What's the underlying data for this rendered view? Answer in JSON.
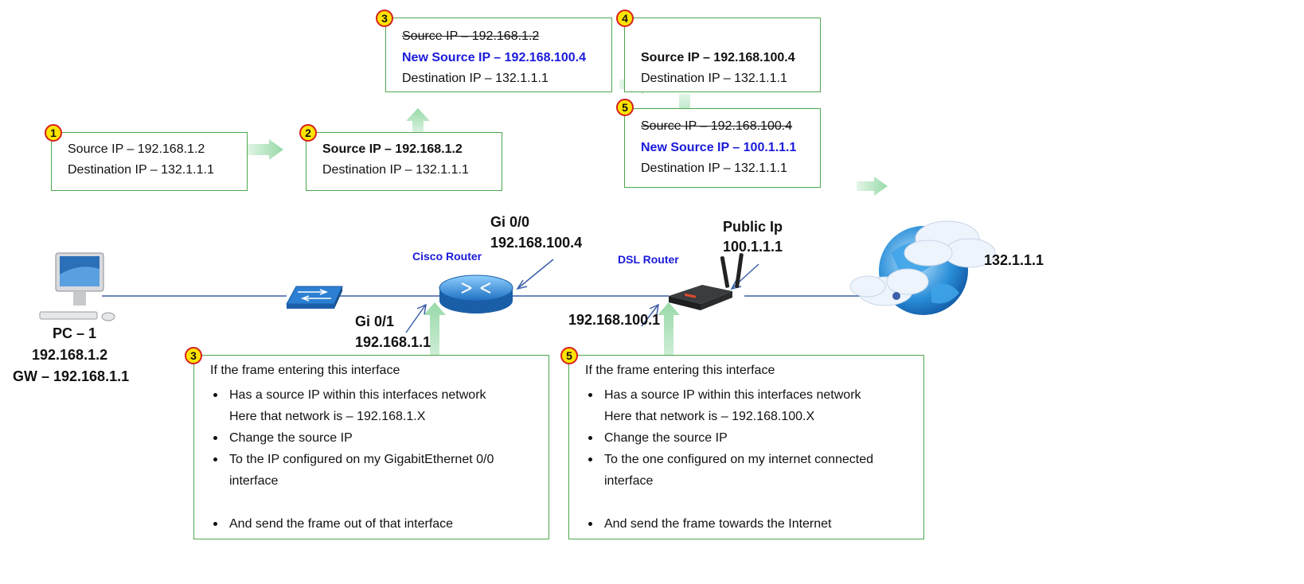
{
  "packets": {
    "p1": {
      "badge": "1",
      "src": "Source IP – 192.168.1.2",
      "dst": "Destination IP – 132.1.1.1"
    },
    "p2": {
      "badge": "2",
      "src": "Source IP – 192.168.1.2",
      "dst": "Destination IP – 132.1.1.1"
    },
    "p3": {
      "badge": "3",
      "old_src": "Source IP – 192.168.1.2",
      "new_src": "New Source IP – 192.168.100.4",
      "dst": "Destination IP – 132.1.1.1"
    },
    "p4": {
      "badge": "4",
      "src": "Source IP – 192.168.100.4",
      "dst": "Destination IP – 132.1.1.1"
    },
    "p5": {
      "badge": "5",
      "old_src": "Source IP – 192.168.100.4",
      "new_src": "New Source IP – 100.1.1.1",
      "dst": "Destination IP – 132.1.1.1"
    }
  },
  "devices": {
    "pc": {
      "name": "PC – 1",
      "ip": "192.168.1.2",
      "gw": "GW – 192.168.1.1"
    },
    "cisco": {
      "name": "Cisco Router",
      "gi00_name": "Gi 0/0",
      "gi00_ip": "192.168.100.4",
      "gi01_name": "Gi 0/1",
      "gi01_ip": "192.168.1.1"
    },
    "dsl": {
      "name": "DSL Router",
      "public_name": "Public Ip",
      "public_ip": "100.1.1.1",
      "lan_ip": "192.168.100.1"
    },
    "internet": {
      "ip": "132.1.1.1"
    }
  },
  "rules": {
    "r3": {
      "badge": "3",
      "head": "If the frame entering this interface",
      "b1": "Has a source IP within this interfaces network",
      "b1_sub": "Here that network is – 192.168.1.X",
      "b2": "Change the source IP",
      "b3": "To the IP configured on my GigabitEthernet 0/0",
      "b3_sub": "interface",
      "b4": "And send the frame out of that interface"
    },
    "r5": {
      "badge": "5",
      "head": "If the frame entering this interface",
      "b1": "Has a source IP within this interfaces network",
      "b1_sub": "Here that network is – 192.168.100.X",
      "b2": "Change the source IP",
      "b3": "To the one configured on my internet connected",
      "b3_sub": "interface",
      "b4": "And send the frame towards the Internet"
    }
  },
  "colors": {
    "border": "#4ea84e",
    "arrow": "#a8e0b4",
    "blue_text": "#1a1adb",
    "link": "#3b5fa8",
    "badge_fill": "#ffe400",
    "badge_ring": "#d42020"
  }
}
